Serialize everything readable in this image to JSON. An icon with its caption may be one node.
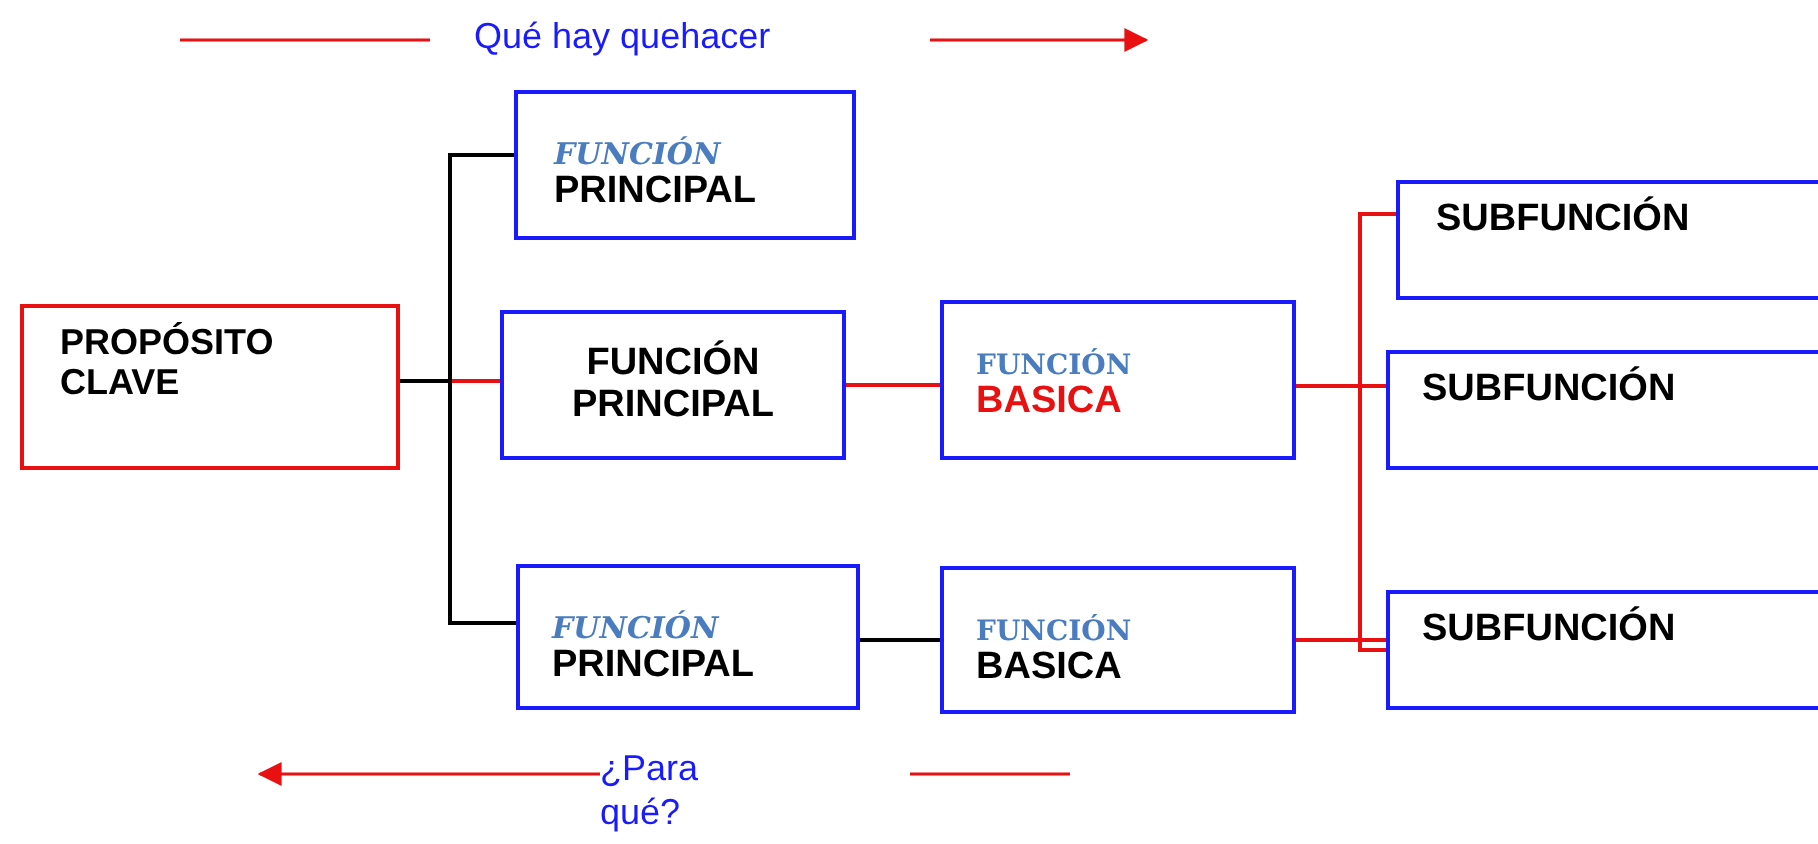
{
  "diagram": {
    "nodes": [
      {
        "text": [
          "PROPÓSITO CLAVE"
        ]
      },
      {
        "text": [
          "FUNCIÓN",
          "PRINCIPAL"
        ]
      },
      {
        "text": [
          "FUNCIÓN PRINCIPAL"
        ]
      },
      {
        "text": [
          "FUNCIÓN",
          "BASICA"
        ]
      },
      {
        "text": [
          "FUNCIÓN",
          "PRINCIPAL"
        ]
      },
      {
        "text": [
          "FUNCIÓN",
          "BASICA"
        ]
      },
      {
        "text": [
          "SUBFUNCIÓN"
        ]
      },
      {
        "text": [
          "SUBFUNCIÓN"
        ]
      },
      {
        "text": [
          "SUBFUNCIÓN"
        ]
      }
    ],
    "edges": [
      {
        "from": 0,
        "to": 1,
        "arrow": "none",
        "color": "#000000"
      },
      {
        "from": 0,
        "to": 2,
        "arrow": "none"
      },
      {
        "from": 0,
        "to": 4,
        "arrow": "none",
        "color": "#000000"
      },
      {
        "from": 2,
        "to": 3,
        "arrow": "none"
      },
      {
        "from": 4,
        "to": 5,
        "arrow": "none",
        "color": "#000000"
      },
      {
        "from": 3,
        "to": 6,
        "arrow": "none"
      },
      {
        "from": 3,
        "to": 7,
        "arrow": "none"
      },
      {
        "from": 3,
        "to": 8,
        "arrow": "none"
      },
      {
        "from": 5,
        "to": 8,
        "arrow": "none"
      }
    ],
    "labels": [
      "Qué hay quehacer",
      "¿Para qué?"
    ]
  }
}
